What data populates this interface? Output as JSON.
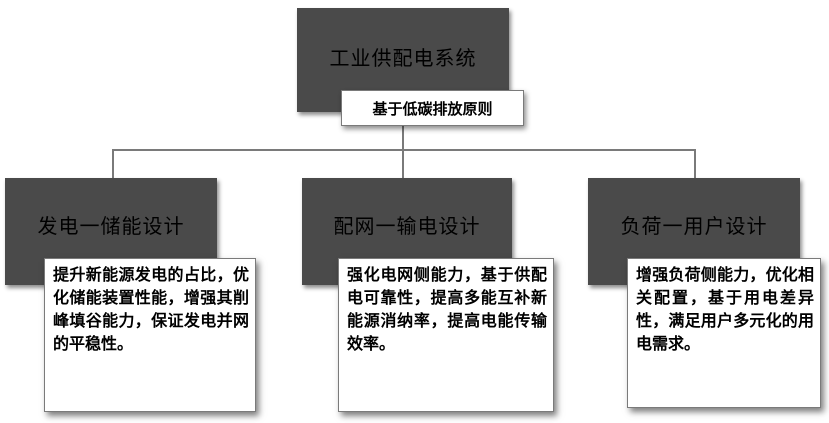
{
  "root": {
    "title": "工业供配电系统",
    "principle": "基于低碳排放原则"
  },
  "branches": [
    {
      "title": "发电一储能设计",
      "description": "提升新能源发电的占比，优化储能装置性能，增强其削峰填谷能力，保证发电并网的平稳性。"
    },
    {
      "title": "配网一输电设计",
      "description": "强化电网侧能力，基于供配电可靠性，提高多能互补新能源消纳率，提高电能传输效率。"
    },
    {
      "title": "负荷一用户设计",
      "description": "增强负荷侧能力，优化相关配置，基于用电差异性，满足用户多元化的用电需求。"
    }
  ],
  "colors": {
    "box_fill": "#4a4a4a",
    "connector": "#7a7a7a"
  }
}
